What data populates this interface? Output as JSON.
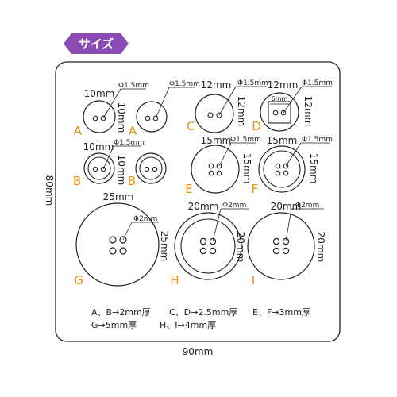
{
  "section_label": "サイズ",
  "colors": {
    "badge": "#8a4bb5",
    "letters": "#e8930f",
    "line": "#222222"
  },
  "plate": {
    "width_label": "90mm",
    "height_label": "80mm"
  },
  "buttons": [
    {
      "letter": "A",
      "size_label": "10mm",
      "side_label": "10mm",
      "hole_label": "Φ1.5mm",
      "holes": 2,
      "shape": "round",
      "rim": false
    },
    {
      "letter": "A",
      "size_label": "",
      "side_label": "",
      "hole_label": "Φ1.5mm",
      "holes": 2,
      "shape": "round",
      "rim": false
    },
    {
      "letter": "C",
      "size_label": "12mm",
      "side_label": "12mm",
      "hole_label": "Φ1.5mm",
      "holes": 2,
      "shape": "round",
      "rim": false
    },
    {
      "letter": "D",
      "size_label": "12mm",
      "side_label": "12mm",
      "hole_label": "Φ1.5mm",
      "holes": 2,
      "shape": "square-inner",
      "inner_label": "6mm",
      "rim": false
    },
    {
      "letter": "B",
      "size_label": "10mm",
      "side_label": "10mm",
      "hole_label": "Φ1.5mm",
      "holes": 2,
      "shape": "round",
      "rim": true
    },
    {
      "letter": "B",
      "size_label": "",
      "side_label": "",
      "hole_label": "",
      "holes": 2,
      "shape": "round",
      "rim": true
    },
    {
      "letter": "E",
      "size_label": "15mm",
      "side_label": "15mm",
      "hole_label": "Φ1.5mm",
      "holes": 4,
      "shape": "round",
      "rim": false
    },
    {
      "letter": "F",
      "size_label": "15mm",
      "side_label": "15mm",
      "hole_label": "Φ1.5mm",
      "holes": 4,
      "shape": "round",
      "rim": true
    },
    {
      "letter": "G",
      "size_label": "25mm",
      "side_label": "25mm",
      "hole_label": "Φ2mm",
      "holes": 4,
      "shape": "round",
      "rim": false
    },
    {
      "letter": "H",
      "size_label": "20mm",
      "side_label": "20mm",
      "hole_label": "Φ2mm",
      "holes": 4,
      "shape": "round",
      "rim": true
    },
    {
      "letter": "I",
      "size_label": "20mm",
      "side_label": "20mm",
      "hole_label": "Φ2mm",
      "holes": 4,
      "shape": "round",
      "rim": false
    }
  ],
  "notes": [
    "A、B→2mm厚",
    "C、D→2.5mm厚",
    "E、F→3mm厚",
    "G→5mm厚",
    "H、I→4mm厚"
  ]
}
